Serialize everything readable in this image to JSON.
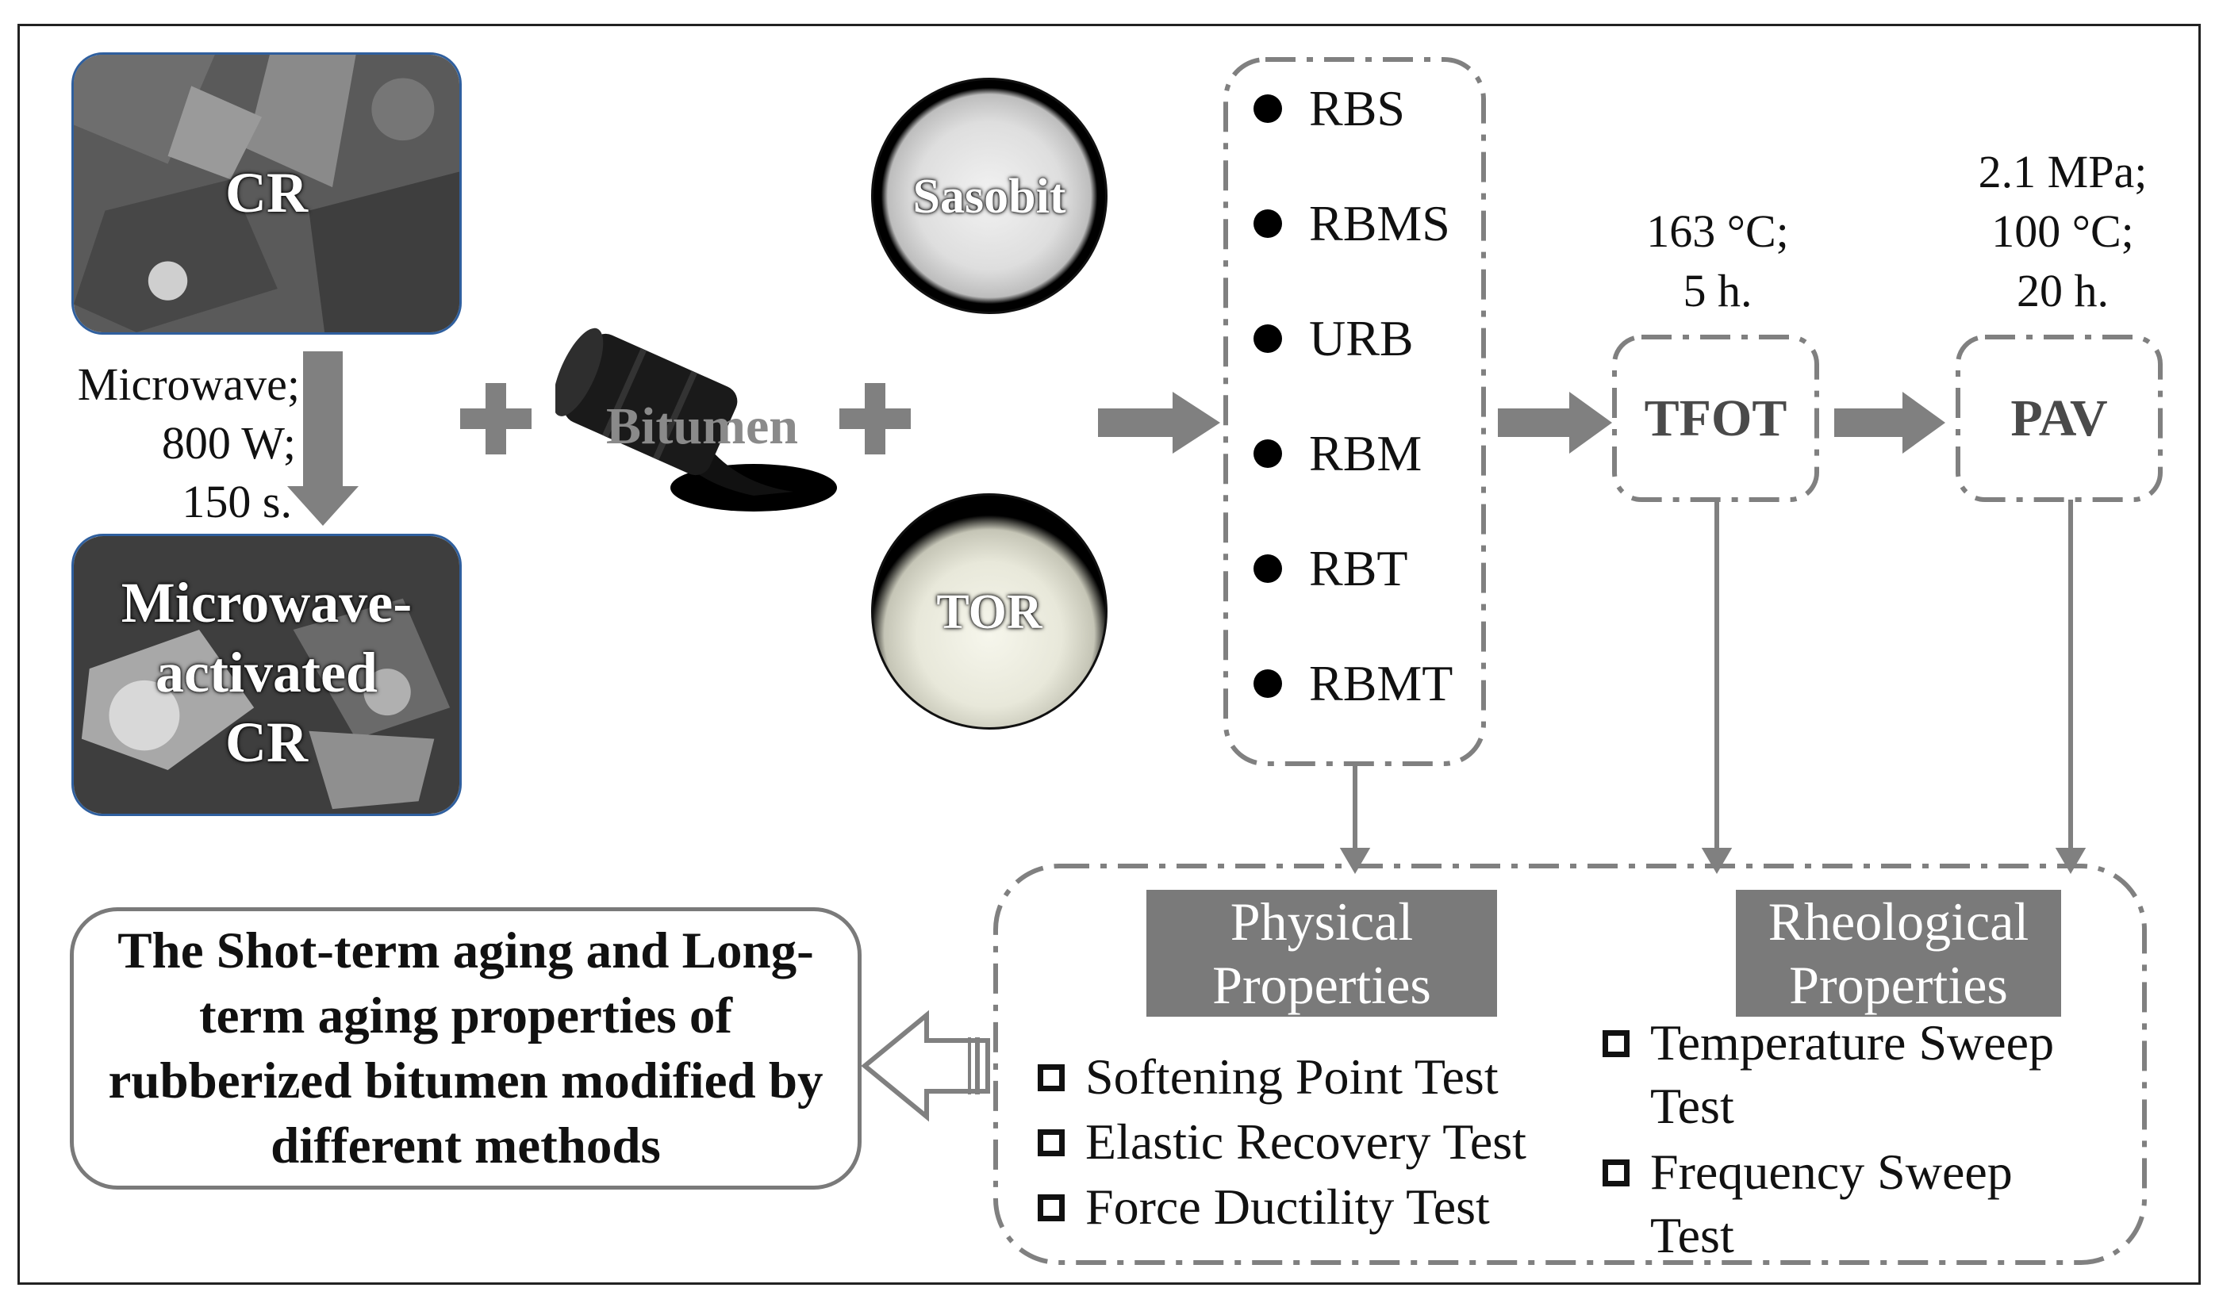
{
  "figure": {
    "cr_label": "CR",
    "activated_cr_label": "Microwave-\nactivated\nCR",
    "microwave_conditions": [
      "Microwave;",
      "800 W;",
      "150 s."
    ],
    "bitumen_label": "Bitumen",
    "sasobit_label": "Sasobit",
    "tor_label": "TOR",
    "samples": [
      "RBS",
      "RBMS",
      "URB",
      "RBM",
      "RBT",
      "RBMT"
    ],
    "tfot_conditions": [
      "163 °C;",
      "5 h."
    ],
    "tfot_label": "TFOT",
    "pav_conditions": [
      "2.1 MPa;",
      "100 °C;",
      "20 h."
    ],
    "pav_label": "PAV",
    "physical_header": [
      "Physical",
      "Properties"
    ],
    "physical_tests": [
      "Softening Point Test",
      "Elastic Recovery Test",
      "Force Ductility Test"
    ],
    "rheological_header": [
      "Rheological",
      "Properties"
    ],
    "rheological_tests": [
      "Temperature Sweep\nTest",
      "Frequency Sweep\nTest"
    ],
    "result_text": "The Shot-term aging and Long-term aging properties of rubberized bitumen modified by different methods"
  },
  "colors": {
    "arrow_gray": "#7a7a7a",
    "box_border_blue": "#2f5f9e",
    "header_fill": "#7a7a7a"
  }
}
